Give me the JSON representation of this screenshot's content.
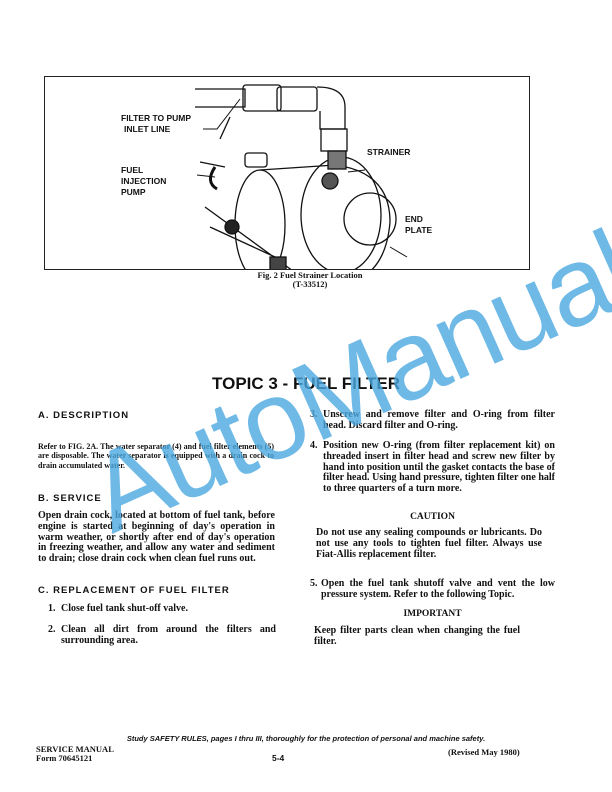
{
  "figure": {
    "labels": {
      "filter_to_pump": [
        "FILTER TO PUMP",
        "INLET LINE"
      ],
      "fuel_injection_pump": [
        "FUEL",
        "INJECTION",
        "PUMP"
      ],
      "strainer": "STRAINER",
      "end_plate": [
        "END",
        "PLATE"
      ]
    },
    "caption": "Fig. 2 Fuel Strainer Location",
    "code": "(T-33512)"
  },
  "topic_title": "TOPIC 3 - FUEL FILTER",
  "sections": {
    "a": {
      "heading": "A. DESCRIPTION",
      "text": "Refer to FIG. 2A. The water separator (4) and fuel filter elements (5) are disposable. The water separator is equipped with a drain cock to drain accumulated water."
    },
    "b": {
      "heading": "B. SERVICE",
      "text": "Open drain cock, located at bottom of fuel tank, before engine is started at beginning of day's operation in warm weather, or shortly after end of day's operation in freezing weather, and allow any water and sediment to drain; close drain cock when clean fuel runs out."
    },
    "c": {
      "heading": "C. REPLACEMENT OF FUEL FILTER",
      "steps": [
        {
          "num": "1.",
          "text": "Close fuel tank shut-off valve."
        },
        {
          "num": "2.",
          "text": "Clean all dirt from around the filters and surrounding area."
        },
        {
          "num": "3.",
          "text": "Unscrew and remove filter and O-ring from filter head. Discard filter and O-ring."
        },
        {
          "num": "4.",
          "text": "Position new O-ring (from filter replacement kit) on threaded insert in filter head and screw new filter by hand into position until the gasket contacts the base of filter head. Using hand pressure, tighten filter one half to three quarters of a turn more."
        },
        {
          "num": "5.",
          "text": "Open the fuel tank shutoff valve and vent the low pressure system. Refer to the following Topic."
        }
      ],
      "caution": {
        "title": "CAUTION",
        "text": "Do not use any sealing compounds or lubricants. Do not use any tools to tighten fuel filter. Always use Fiat-Allis replacement filter."
      },
      "important": {
        "title": "IMPORTANT",
        "text": "Keep filter parts clean when changing the fuel filter."
      }
    }
  },
  "footer": {
    "safety": "Study SAFETY RULES, pages I thru III, thoroughly for the protection of personal and machine safety.",
    "manual": "SERVICE MANUAL",
    "form": "Form 70645121",
    "page": "5-4",
    "revised": "(Revised May 1980)"
  },
  "watermark": "AutoManual",
  "colors": {
    "watermark": "#4aa8e0"
  }
}
